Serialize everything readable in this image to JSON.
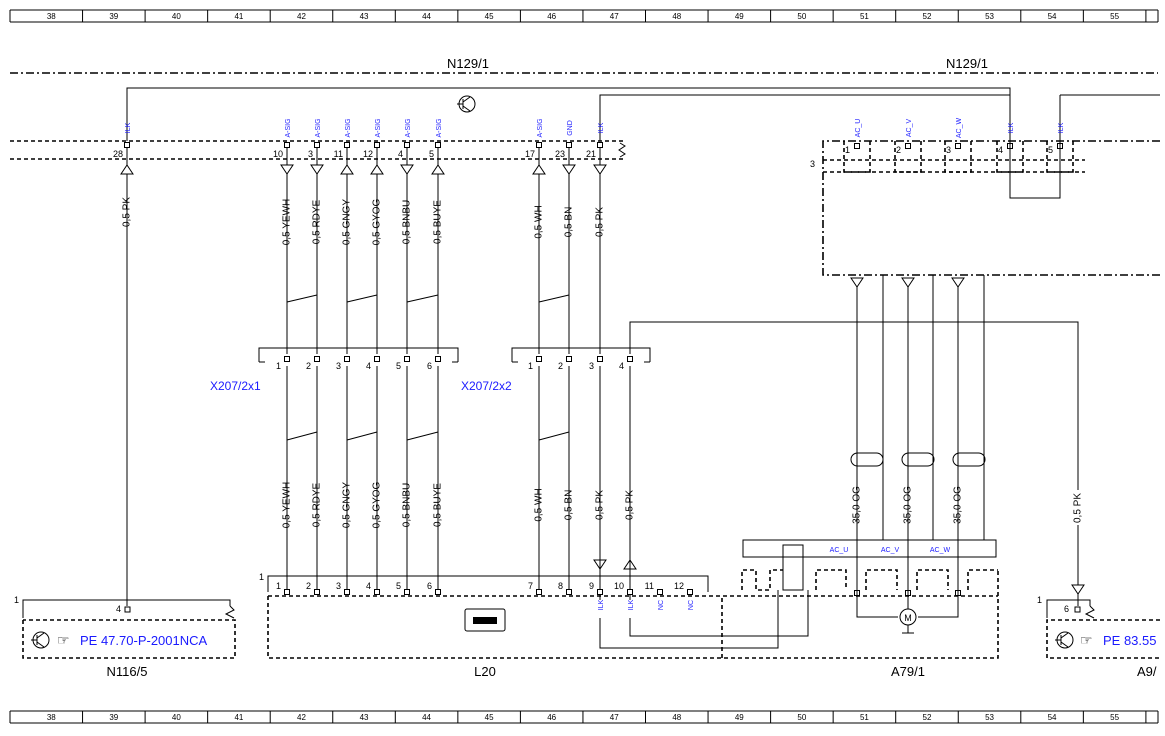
{
  "ruler": [
    "38",
    "39",
    "40",
    "41",
    "42",
    "43",
    "44",
    "45",
    "46",
    "47",
    "48",
    "49",
    "50",
    "51",
    "52",
    "53",
    "54",
    "55"
  ],
  "bus": {
    "left_label": "N129/1",
    "right_label": "N129/1"
  },
  "top_pins": [
    {
      "sig": "ILK",
      "pin": "28"
    },
    {
      "sig": "A-SIG",
      "pin": "10"
    },
    {
      "sig": "A-SIG",
      "pin": "3"
    },
    {
      "sig": "A-SIG",
      "pin": "11"
    },
    {
      "sig": "A-SIG",
      "pin": "12"
    },
    {
      "sig": "A-SIG",
      "pin": "4"
    },
    {
      "sig": "A-SIG",
      "pin": "5"
    },
    {
      "sig": "A-SIG",
      "pin": "17"
    },
    {
      "sig": "GND",
      "pin": "23"
    },
    {
      "sig": "ILK",
      "pin": "21"
    }
  ],
  "right_pins": [
    {
      "sig": "AC_U",
      "pin": "1"
    },
    {
      "sig": "AC_V",
      "pin": "2"
    },
    {
      "sig": "AC_W",
      "pin": "3"
    },
    {
      "sig": "ILK",
      "pin": "4"
    },
    {
      "sig": "ILK",
      "pin": "5"
    }
  ],
  "right_conn_num": "3",
  "wires_upper": [
    "0,5 PK",
    "0,5 YEWH",
    "0,5 RDYE",
    "0,5 GNGY",
    "0,5 GYOG",
    "0,5 BNBU",
    "0,5 BUYE",
    "0,5 WH",
    "0,5 BN",
    "0,5 PK"
  ],
  "wires_lower": [
    "0,5 YEWH",
    "0,5 RDYE",
    "0,5 GNGY",
    "0,5 GYOG",
    "0,5 BNBU",
    "0,5 BUYE",
    "0,5 WH",
    "0,5 BN",
    "0,5 PK",
    "0,5 PK"
  ],
  "wires_hv": [
    "35,0 OG",
    "35,0 OG",
    "35,0 OG"
  ],
  "wire_right": "0,5 PK",
  "x207_1": {
    "label": "X207/2x1",
    "pins": [
      "1",
      "2",
      "3",
      "4",
      "5",
      "6"
    ]
  },
  "x207_2": {
    "label": "X207/2x2",
    "pins": [
      "1",
      "2",
      "3",
      "4"
    ]
  },
  "l20": {
    "label": "L20",
    "conn_num": "1",
    "pins": [
      "1",
      "2",
      "3",
      "4",
      "5",
      "6",
      "7",
      "8",
      "9",
      "10",
      "11",
      "12"
    ],
    "sigs": [
      "ILK",
      "ILK",
      "NC",
      "NC"
    ]
  },
  "a79": {
    "label": "A79/1",
    "sigs": [
      "AC_U",
      "AC_V",
      "AC_W"
    ],
    "motor": "M"
  },
  "n116": {
    "label": "N116/5",
    "conn_num": "1",
    "pin": "4",
    "ref": "PE 47.70-P-2001NCA"
  },
  "a9": {
    "label": "A9/",
    "conn_num": "1",
    "pin": "6",
    "ref": "PE 83.55"
  }
}
